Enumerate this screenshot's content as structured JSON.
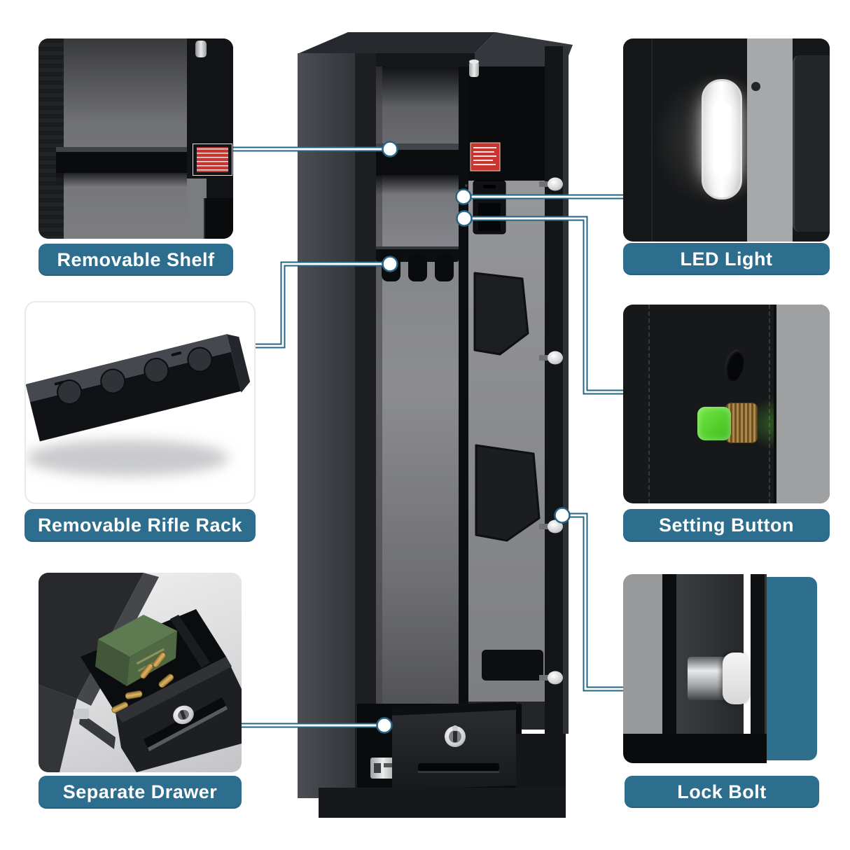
{
  "colors": {
    "accent_teal": "#2d6e8f",
    "connector_line": "#266586",
    "background": "#ffffff",
    "felt_gray": "#8b8c8e",
    "safe_black": "#131518",
    "button_green": "#4fc928",
    "warning_red": "#c9352e"
  },
  "callouts": {
    "left": [
      {
        "id": "removable-shelf",
        "label": "Removable Shelf"
      },
      {
        "id": "removable-rifle-rack",
        "label": "Removable Rifle Rack"
      },
      {
        "id": "separate-drawer",
        "label": "Separate Drawer"
      }
    ],
    "right": [
      {
        "id": "led-light",
        "label": "LED Light"
      },
      {
        "id": "setting-button",
        "label": "Setting Button"
      },
      {
        "id": "lock-bolt",
        "label": "Lock Bolt"
      }
    ]
  }
}
